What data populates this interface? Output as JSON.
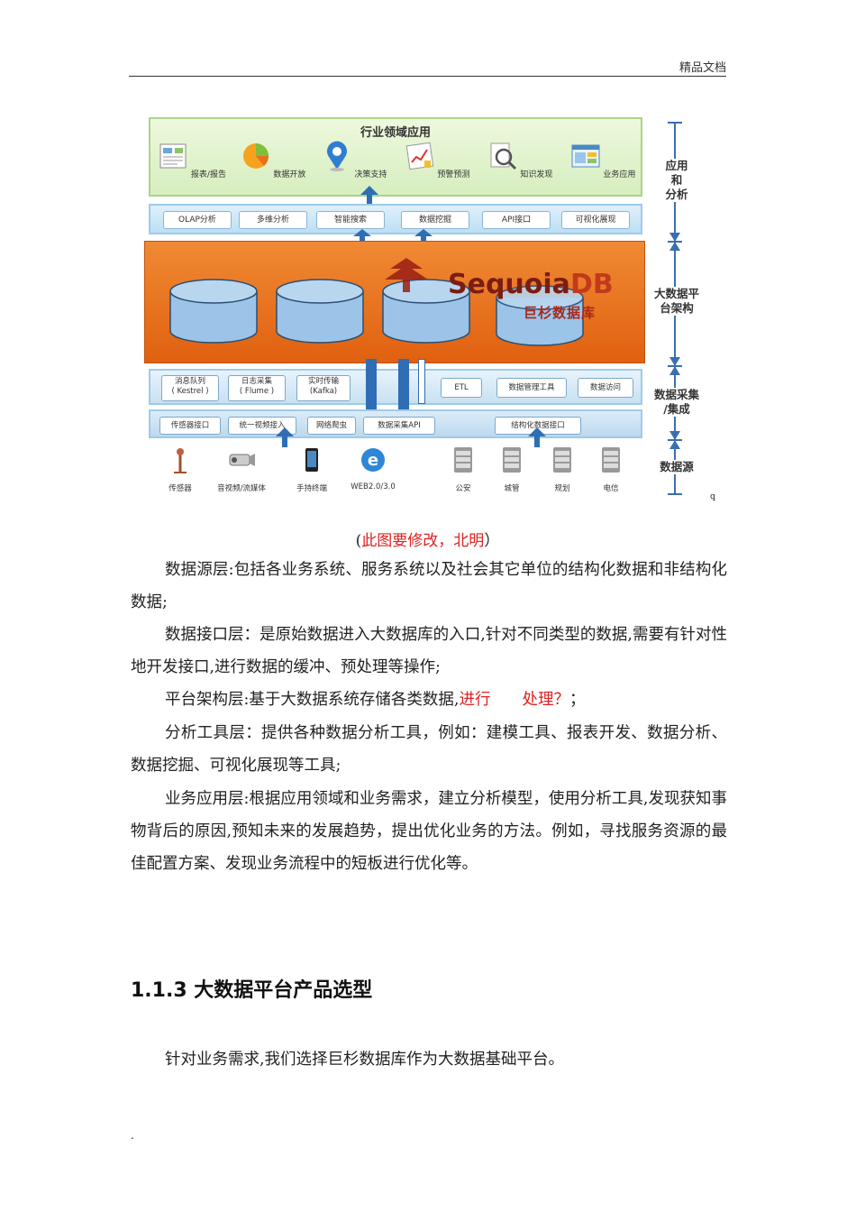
{
  "header": {
    "mark": "精品文档"
  },
  "diagram": {
    "app_title": "行业领域应用",
    "apps": [
      {
        "label": "报表/报告",
        "icon": "report-icon"
      },
      {
        "label": "数据开放",
        "icon": "pie-chart-icon"
      },
      {
        "label": "决策支持",
        "icon": "location-pin-icon"
      },
      {
        "label": "预警预测",
        "icon": "trend-chart-icon"
      },
      {
        "label": "知识发现",
        "icon": "magnifier-icon"
      },
      {
        "label": "业务应用",
        "icon": "window-icon"
      }
    ],
    "tools": [
      "OLAP分析",
      "多维分析",
      "智能搜索",
      "数据挖掘",
      "API接口",
      "可视化展现"
    ],
    "logo": {
      "name_main": "Sequoia",
      "name_accent": "DB",
      "sub": "巨杉数据库"
    },
    "collectors": [
      {
        "line1": "消息队列",
        "line2": "( Kestrel )"
      },
      {
        "line1": "日志采集",
        "line2": "( Flume )"
      },
      {
        "line1": "实时传输",
        "line2": "(Kafka)"
      }
    ],
    "right_tools": [
      "ETL",
      "数据管理工具",
      "数据访问"
    ],
    "interfaces": [
      "传感器接口",
      "统一视频接入",
      "网络爬虫",
      "数据采集API",
      "结构化数据接口"
    ],
    "sources": [
      {
        "label": "传感器",
        "icon": "sensor-icon"
      },
      {
        "label": "音视频/流媒体",
        "icon": "camera-icon"
      },
      {
        "label": "手持终端",
        "icon": "phone-icon"
      },
      {
        "label": "WEB2.0/3.0",
        "icon": "web-icon"
      },
      {
        "label": "公安",
        "icon": "server-icon"
      },
      {
        "label": "城管",
        "icon": "server-icon"
      },
      {
        "label": "规划",
        "icon": "server-icon"
      },
      {
        "label": "电信",
        "icon": "server-icon"
      }
    ],
    "layers": [
      {
        "line1": "应用",
        "line2": "和",
        "line3": "分析"
      },
      {
        "line1": "大数据平",
        "line2": "台架构"
      },
      {
        "line1": "数据采集",
        "line2": "/集成"
      },
      {
        "line1": "数据源"
      }
    ],
    "corner_mark": "ꝗ",
    "colors": {
      "orange": "#e8701c",
      "green_band": "#d6eebf",
      "blue_band": "#bcdff3",
      "cylinder": "#9cc4e8"
    }
  },
  "caption": {
    "open": "(",
    "text": "此图要修改，北明",
    "close": "）"
  },
  "paragraphs": {
    "p1": "数据源层:包括各业务系统、服务系统以及社会其它单位的结构化数据和非结构化数据;",
    "p2": "数据接口层：是原始数据进入大数据库的入口,针对不同类型的数据,需要有针对性地开发接口,进行数据的缓冲、预处理等操作;",
    "p3_a": "平台架构层:基于大数据系统存储各类数据,",
    "p3_red": "进行　　处理？",
    "p3_b": "；",
    "p4": "分析工具层：提供各种数据分析工具，例如：建模工具、报表开发、数据分析、数据挖掘、可视化展现等工具;",
    "p5": "业务应用层:根据应用领域和业务需求，建立分析模型，使用分析工具,发现获知事物背后的原因,预知未来的发展趋势，提出优化业务的方法。例如，寻找服务资源的最佳配置方案、发现业务流程中的短板进行优化等。"
  },
  "section": {
    "heading": "1.1.3 大数据平台产品选型",
    "body": "针对业务需求,我们选择巨杉数据库作为大数据基础平台。"
  },
  "footer": {
    "dot": "."
  }
}
